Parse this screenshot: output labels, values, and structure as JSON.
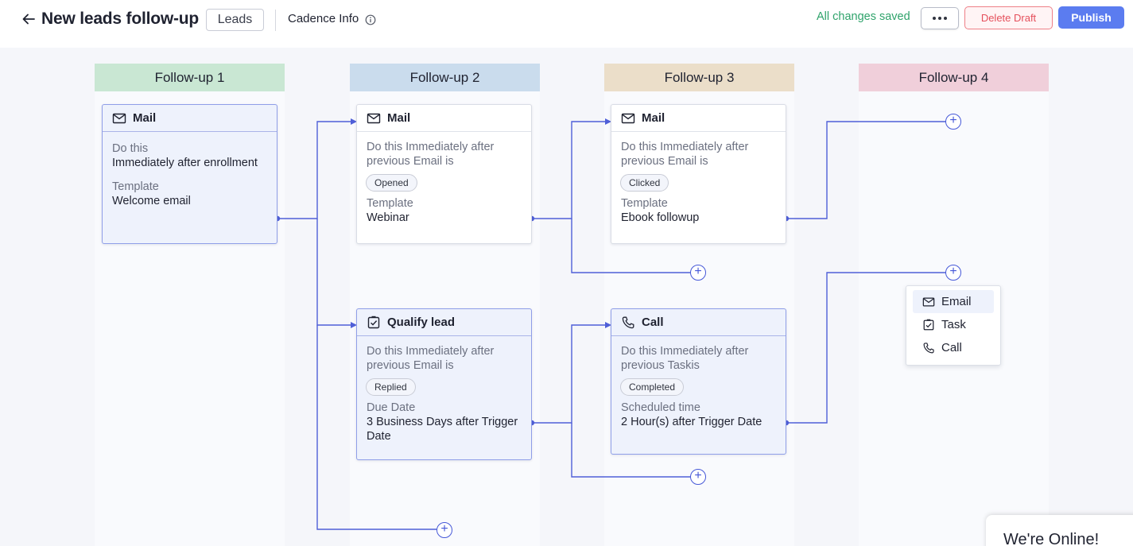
{
  "header": {
    "title": "New leads follow-up",
    "module": "Leads",
    "cadence_info": "Cadence Info",
    "save_status": "All changes saved",
    "delete_label": "Delete Draft",
    "publish_label": "Publish"
  },
  "columns": [
    "Follow-up 1",
    "Follow-up 2",
    "Follow-up 3",
    "Follow-up 4"
  ],
  "cards": {
    "c1": {
      "type": "Mail",
      "label1": "Do this",
      "value1": "Immediately after enrollment",
      "label2": "Template",
      "value2": "Welcome email"
    },
    "c2": {
      "type": "Mail",
      "label1": "Do this Immediately after previous Email is",
      "pill": "Opened",
      "label2": "Template",
      "value2": "Webinar"
    },
    "c3": {
      "type": "Mail",
      "label1": "Do this Immediately after previous Email is",
      "pill": "Clicked",
      "label2": "Template",
      "value2": "Ebook followup"
    },
    "c4": {
      "type": "Qualify lead",
      "label1": "Do this Immediately after previous Email is",
      "pill": "Replied",
      "label2": "Due Date",
      "value2": "3 Business Days after Trigger Date"
    },
    "c5": {
      "type": "Call",
      "label1": "Do this Immediately after previous Taskis",
      "pill": "Completed",
      "label2": "Scheduled time",
      "value2": "2 Hour(s) after Trigger Date"
    }
  },
  "add_menu": {
    "items": [
      "Email",
      "Task",
      "Call"
    ]
  },
  "chat": {
    "text": "We're Online!"
  },
  "colors": {
    "col1": "#c9e7d3",
    "col2": "#cadced",
    "col3": "#ebdec9",
    "col4": "#f0cfda",
    "connector": "#4f5fd8",
    "accent": "#5b7cf0"
  }
}
